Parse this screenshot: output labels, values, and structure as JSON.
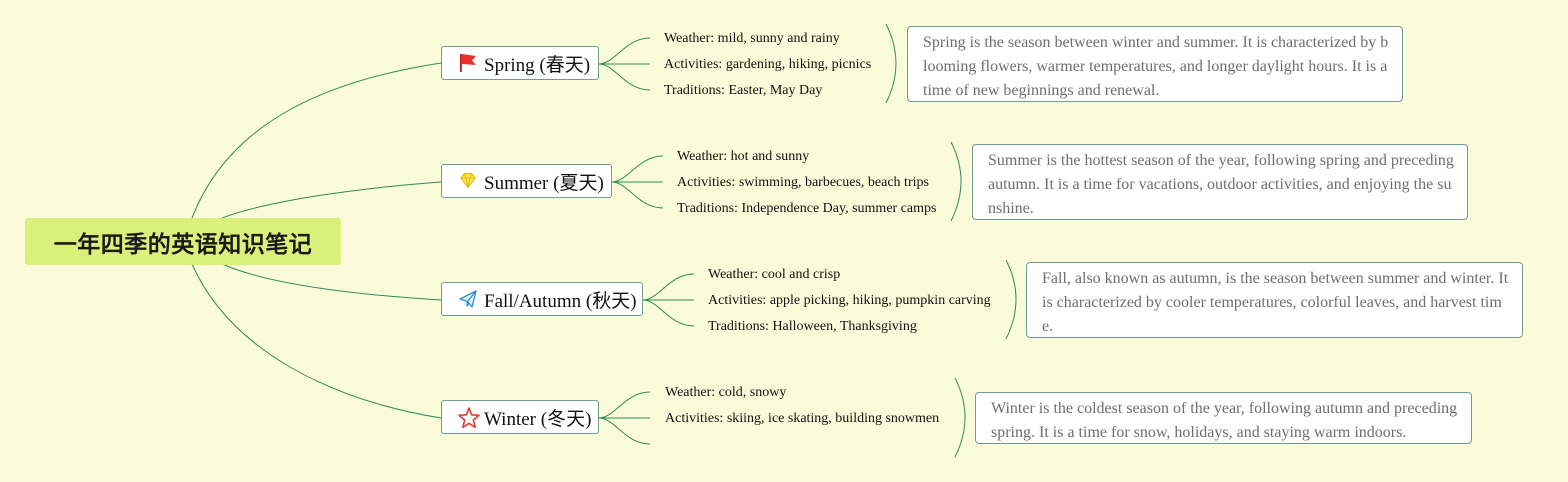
{
  "mindmap": {
    "root": {
      "title": "一年四季的英语知识笔记"
    },
    "branches": [
      {
        "label": "Spring (春天)",
        "icon": "red-flag-icon",
        "details": [
          "Weather: mild, sunny and rainy",
          "Activities: gardening, hiking, picnics",
          "Traditions: Easter, May Day"
        ],
        "note": "Spring is the season between winter and summer. It is characterized by blooming flowers, warmer temperatures, and longer daylight hours. It is a time of new beginnings and renewal."
      },
      {
        "label": "Summer (夏天)",
        "icon": "yellow-diamond-icon",
        "details": [
          "Weather: hot and sunny",
          "Activities: swimming, barbecues, beach trips",
          "Traditions: Independence Day, summer camps"
        ],
        "note": "Summer is the hottest season of the year, following spring and preceding autumn. It is a time for vacations, outdoor activities, and enjoying the sunshine."
      },
      {
        "label": "Fall/Autumn (秋天)",
        "icon": "paper-plane-icon",
        "details": [
          "Weather: cool and crisp",
          "Activities: apple picking, hiking, pumpkin carving",
          "Traditions: Halloween, Thanksgiving"
        ],
        "note": "Fall, also known as autumn, is the season between summer and winter. It is characterized by cooler temperatures, colorful leaves, and harvest time."
      },
      {
        "label": "Winter (冬天)",
        "icon": "red-star-outline-icon",
        "details": [
          "Weather: cold, snowy",
          "Activities: skiing, ice skating, building snowmen",
          ""
        ],
        "note": "Winter is the coldest season of the year, following autumn and preceding spring. It is a time for snow, holidays, and staying warm indoors."
      }
    ]
  },
  "colors": {
    "background": "#fafcd9",
    "root_fill": "#dbf07a",
    "border": "#6f9c93",
    "connector": "#2e8b57",
    "note_text": "#6e6e6e"
  }
}
